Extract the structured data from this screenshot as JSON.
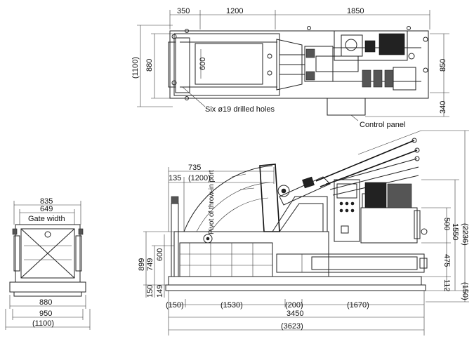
{
  "top_view": {
    "dims_top": [
      "350",
      "1200",
      "1850"
    ],
    "dims_left": [
      "(1100)",
      "880"
    ],
    "dim_inner": "600",
    "dims_right": [
      "850",
      "340"
    ],
    "callout_holes": "Six ø19 drilled holes",
    "callout_panel": "Control panel"
  },
  "end_view": {
    "dims_top": [
      "835",
      "649"
    ],
    "gate_label": "Gate width",
    "dims_bottom": [
      "880",
      "950",
      "(1100)"
    ]
  },
  "side_view": {
    "dims_top": [
      "735",
      "135",
      "(1200)"
    ],
    "pivot_label": "Pivot of throw-in port",
    "dims_left": [
      "899",
      "749",
      "600",
      "150",
      "149"
    ],
    "dims_right": [
      "(2236)",
      "1550",
      "500",
      "475",
      "112",
      "(150)"
    ],
    "dims_bottom_row1": [
      "(150)",
      "(1530)",
      "(200)",
      "(1670)"
    ],
    "dims_bottom_row2": [
      "3450"
    ],
    "dims_bottom_row3": [
      "(3623)"
    ]
  }
}
